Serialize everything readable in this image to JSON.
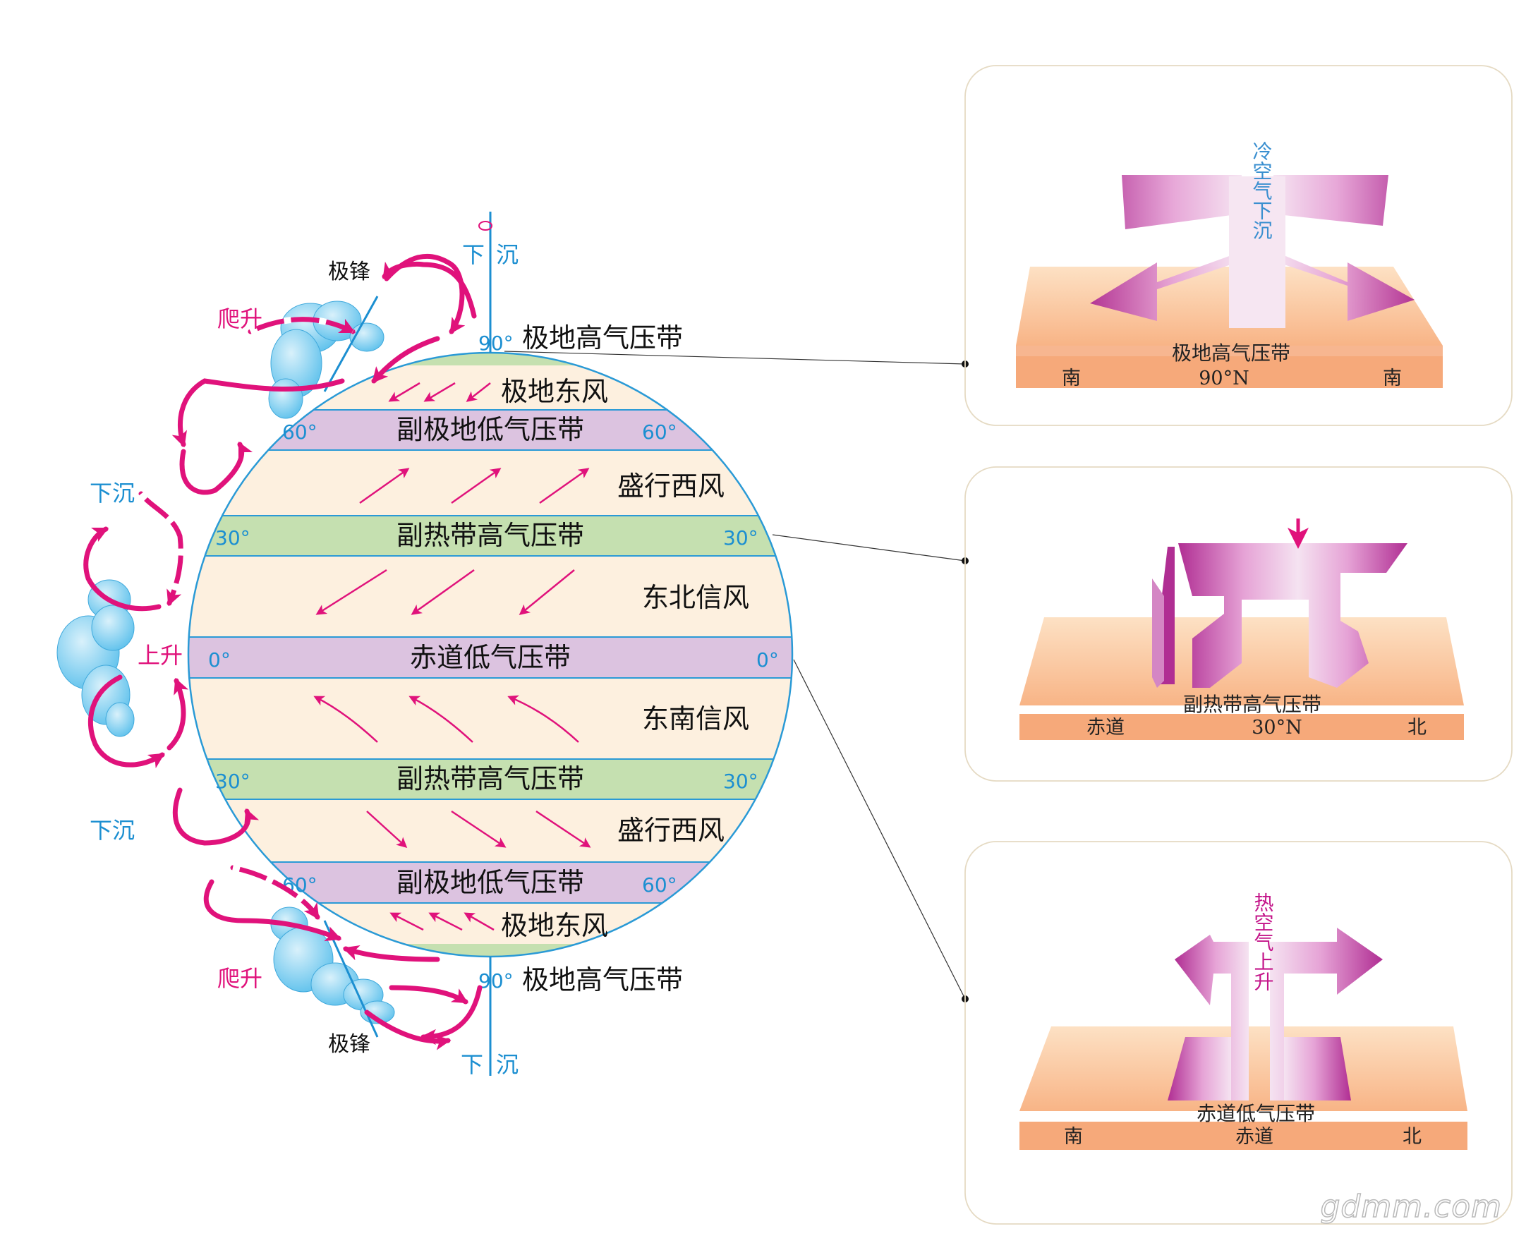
{
  "bands": [
    {
      "id": "polar-high-n",
      "label": "极地高气压带",
      "lat": "90°"
    },
    {
      "id": "polar-easterly-n",
      "label": "极地东风"
    },
    {
      "id": "subpolar-low-n",
      "label": "副极地低气压带",
      "lat": "60°"
    },
    {
      "id": "westerly-n",
      "label": "盛行西风"
    },
    {
      "id": "subtropical-high-n",
      "label": "副热带高气压带",
      "lat": "30°"
    },
    {
      "id": "ne-trade",
      "label": "东北信风"
    },
    {
      "id": "equatorial-low",
      "label": "赤道低气压带",
      "lat": "0°"
    },
    {
      "id": "se-trade",
      "label": "东南信风"
    },
    {
      "id": "subtropical-high-s",
      "label": "副热带高气压带",
      "lat": "30°"
    },
    {
      "id": "westerly-s",
      "label": "盛行西风"
    },
    {
      "id": "subpolar-low-s",
      "label": "副极地低气压带",
      "lat": "60°"
    },
    {
      "id": "polar-easterly-s",
      "label": "极地东风"
    },
    {
      "id": "polar-high-s",
      "label": "极地高气压带",
      "lat": "90°"
    }
  ],
  "circulation": {
    "sink_xia": "下",
    "sink_chen": "沉",
    "sink": "下沉",
    "rise": "上升",
    "climb": "爬升",
    "polar_front": "极锋"
  },
  "insets": [
    {
      "id": "polar",
      "vertical_label": "冷空气下沉",
      "belt": "极地高气压带",
      "left": "南",
      "center": "90°N",
      "right": "南",
      "vertical_color": "#3a8fd0"
    },
    {
      "id": "subtropical",
      "belt": "副热带高气压带",
      "left": "赤道",
      "center": "30°N",
      "right": "北"
    },
    {
      "id": "equatorial",
      "vertical_label": "热空气上升",
      "belt": "赤道低气压带",
      "left": "南",
      "center": "赤道",
      "right": "北",
      "vertical_color": "#c4168a"
    }
  ],
  "watermark": "gdmm.com",
  "colors": {
    "magenta": "#e0127b",
    "blue": "#1c8fd1",
    "band_purple": "#dcc3e0",
    "band_green": "#c5e0b0",
    "band_cream": "#fdf0df"
  }
}
